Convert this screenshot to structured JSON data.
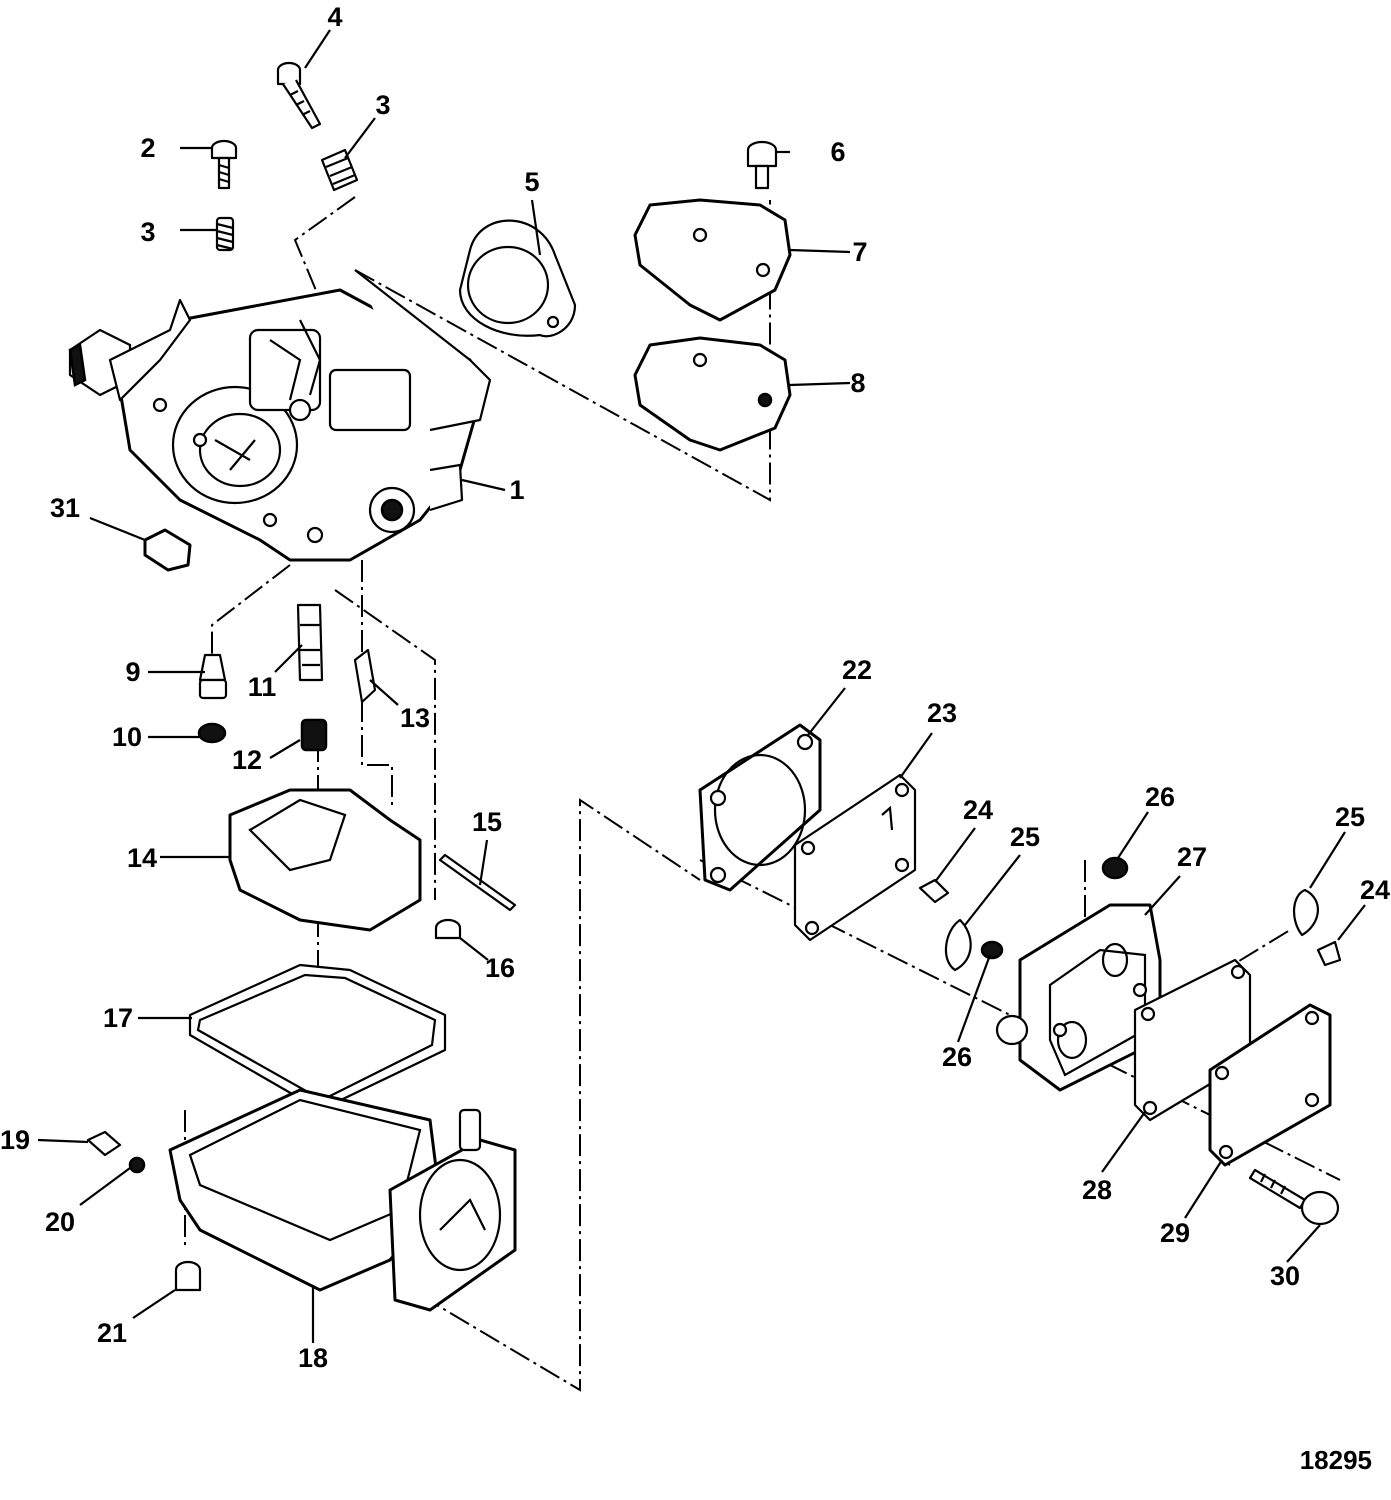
{
  "figure_number": "18295",
  "callouts": {
    "c1": "1",
    "c2": "2",
    "c3a": "3",
    "c3b": "3",
    "c4": "4",
    "c5": "5",
    "c6": "6",
    "c7": "7",
    "c8": "8",
    "c9": "9",
    "c10": "10",
    "c11": "11",
    "c12": "12",
    "c13": "13",
    "c14": "14",
    "c15": "15",
    "c16": "16",
    "c17": "17",
    "c18": "18",
    "c19": "19",
    "c20": "20",
    "c21": "21",
    "c22": "22",
    "c23": "23",
    "c24a": "24",
    "c24b": "24",
    "c25a": "25",
    "c25b": "25",
    "c26a": "26",
    "c26b": "26",
    "c27": "27",
    "c28": "28",
    "c29": "29",
    "c30": "30",
    "c31": "31"
  }
}
